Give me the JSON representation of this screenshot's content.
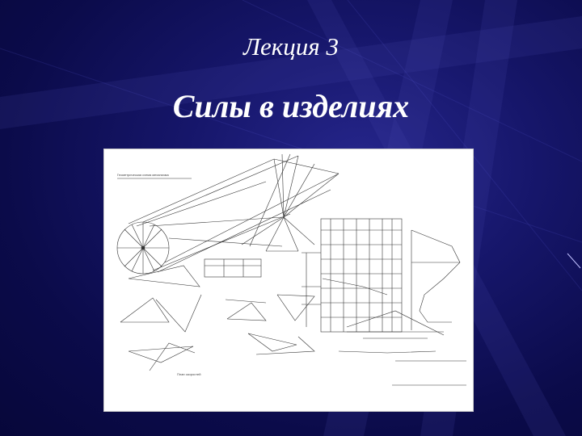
{
  "slide": {
    "lecture_label": "Лекция 3",
    "title": "Силы в изделиях"
  },
  "figure": {
    "image_name": "force-diagram-drawing",
    "caption_top": "Геометрическая схема механизма",
    "caption_bottom": "План скоростей"
  },
  "colors": {
    "background": "#0b0b4a",
    "text": "#ffffff",
    "drawing_lines": "#333333",
    "paper": "#ffffff"
  }
}
